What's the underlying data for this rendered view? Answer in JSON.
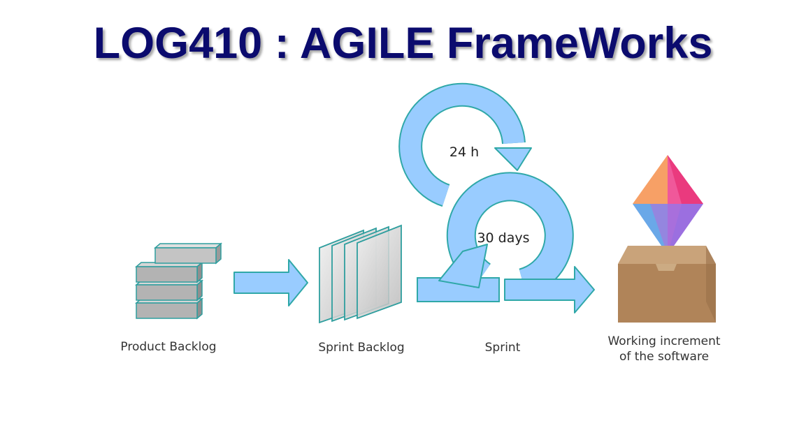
{
  "slide": {
    "title": "LOG410 : AGILE FrameWorks"
  },
  "diagram": {
    "daily_cycle_label": "24 h",
    "sprint_cycle_label": "30 days",
    "stages": {
      "product_backlog": "Product Backlog",
      "sprint_backlog": "Sprint Backlog",
      "sprint": "Sprint",
      "increment_line1": "Working increment",
      "increment_line2": "of the software"
    }
  },
  "colors": {
    "title": "#0b0b6e",
    "arrow_fill": "#99ccff",
    "arrow_stroke": "#2fa8a8",
    "block_fill": "#b8b8b8",
    "box_fill": "#b48a5e"
  }
}
